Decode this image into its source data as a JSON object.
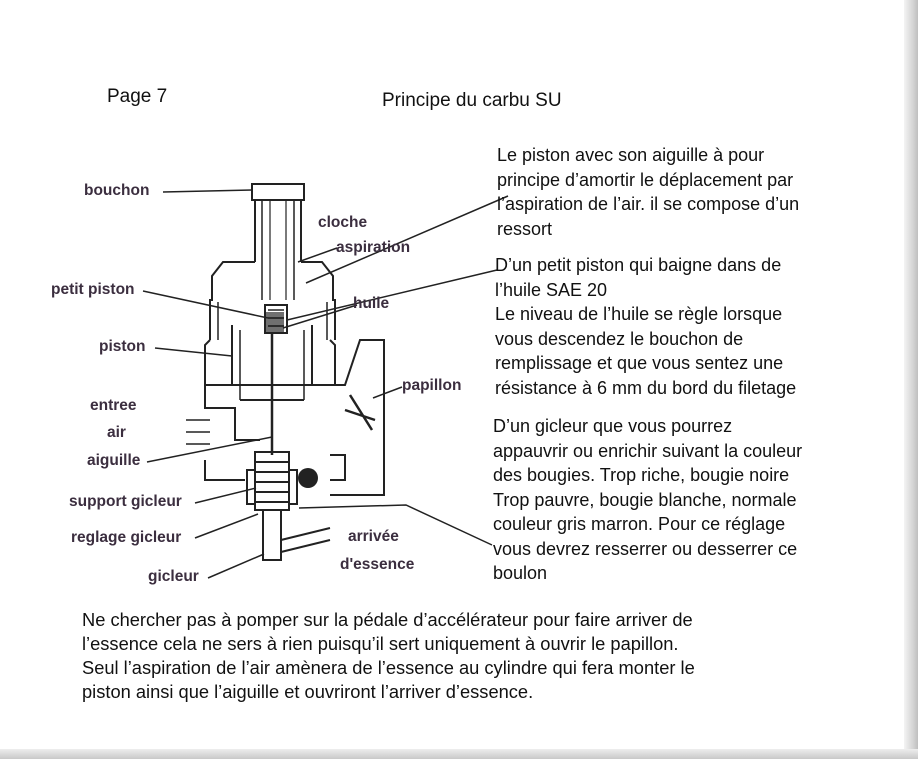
{
  "header": {
    "page_label": "Page 7",
    "title": "Principe du carbu SU"
  },
  "diagram": {
    "labels": {
      "bouchon": "bouchon",
      "cloche": "cloche",
      "aspiration": "aspiration",
      "petit_piston": "petit piston",
      "huile": "huile",
      "piston": "piston",
      "papillon": "papillon",
      "entree": "entree",
      "air": "air",
      "aiguille": "aiguille",
      "support_gicleur": "support gicleur",
      "reglage_gicleur": "reglage gicleur",
      "arrivee": "arrivée",
      "essence": "d'essence",
      "gicleur": "gicleur"
    }
  },
  "paragraph_piston": [
    "Le piston avec son aiguille à pour",
    "principe d’amortir le déplacement par",
    "l’aspiration de l’air. il se compose d’un",
    "ressort"
  ],
  "paragraph_petit_piston": [
    "D’un petit piston qui baigne dans de",
    "l’huile SAE 20",
    "Le niveau de l’huile se règle lorsque",
    "vous descendez le bouchon de",
    "remplissage et que vous sentez une",
    "résistance à 6 mm du bord du filetage"
  ],
  "paragraph_gicleur": [
    "D’un gicleur que vous pourrez",
    "appauvrir ou enrichir suivant la couleur",
    "des bougies. Trop riche, bougie noire",
    "Trop pauvre, bougie blanche, normale",
    "couleur gris marron. Pour ce réglage",
    "vous devrez resserrer ou desserrer ce",
    "boulon"
  ],
  "footer_note": [
    "Ne chercher pas à pomper sur la pédale d’accélérateur pour faire arriver de",
    "l’essence cela ne sers à rien puisqu’il sert uniquement à ouvrir le papillon.",
    "Seul l’aspiration de l’air amènera de l’essence au cylindre qui fera monter le",
    "piston ainsi que l’aiguille et ouvriront l’arriver d’essence."
  ]
}
